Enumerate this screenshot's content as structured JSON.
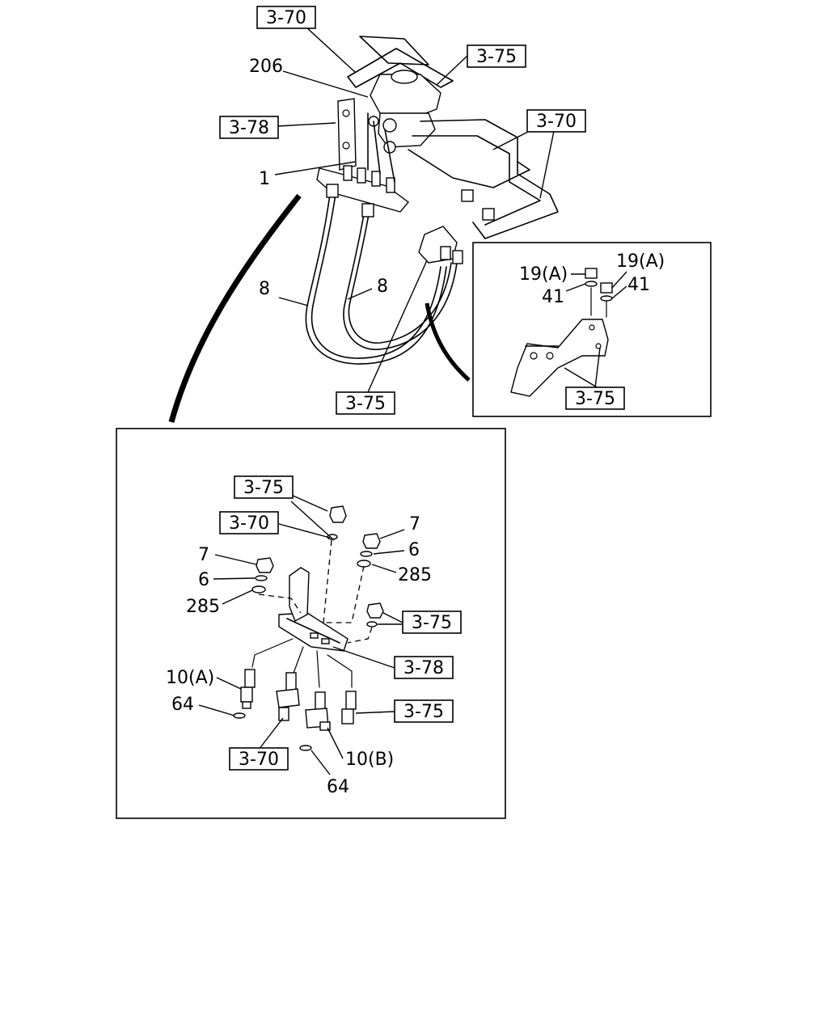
{
  "callouts": {
    "top_3_70_a": "3-70",
    "top_3_75_a": "3-75",
    "top_3_70_b": "3-70",
    "top_3_78": "3-78",
    "top_3_75_b": "3-75",
    "inset_3_75": "3-75",
    "detail_3_75_a": "3-75",
    "detail_3_70_a": "3-70",
    "detail_3_75_b": "3-75",
    "detail_3_78": "3-78",
    "detail_3_75_c": "3-75",
    "detail_3_70_b": "3-70"
  },
  "parts": {
    "top_206": "206",
    "top_1": "1",
    "top_8_left": "8",
    "top_8_right": "8",
    "inset_19a_left": "19(A)",
    "inset_19a_right": "19(A)",
    "inset_41_left": "41",
    "inset_41_right": "41",
    "detail_7_right": "7",
    "detail_6_right": "6",
    "detail_285_right": "285",
    "detail_7_left": "7",
    "detail_6_left": "6",
    "detail_285_left": "285",
    "detail_10a": "10(A)",
    "detail_64_left": "64",
    "detail_10b": "10(B)",
    "detail_64_bottom": "64"
  }
}
